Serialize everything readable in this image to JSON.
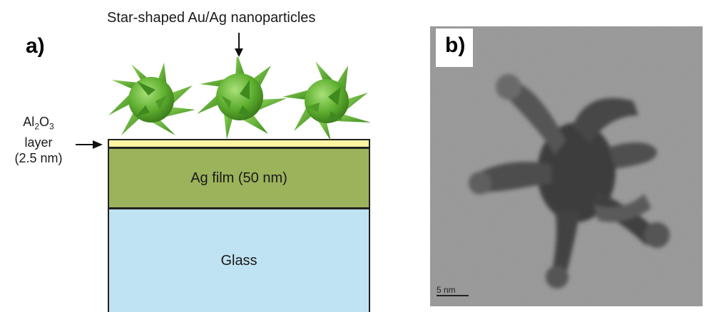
{
  "panel_a": {
    "label": "a)",
    "title": "Star-shaped Au/Ag nanoparticles",
    "al_layer": {
      "line1_prefix": "Al",
      "sub1": "2",
      "line1_mid": "O",
      "sub2": "3",
      "line2": "layer",
      "line3": "(2.5 nm)"
    },
    "ag_film": "Ag film (50 nm)",
    "glass": "Glass",
    "colors": {
      "particle": "#6fbf3e",
      "ag_film": "#9bb35b",
      "al_layer": "#fbf4a0",
      "glass": "#bfe3f2"
    }
  },
  "panel_b": {
    "label": "b)",
    "scale_bar": "5 nm"
  }
}
